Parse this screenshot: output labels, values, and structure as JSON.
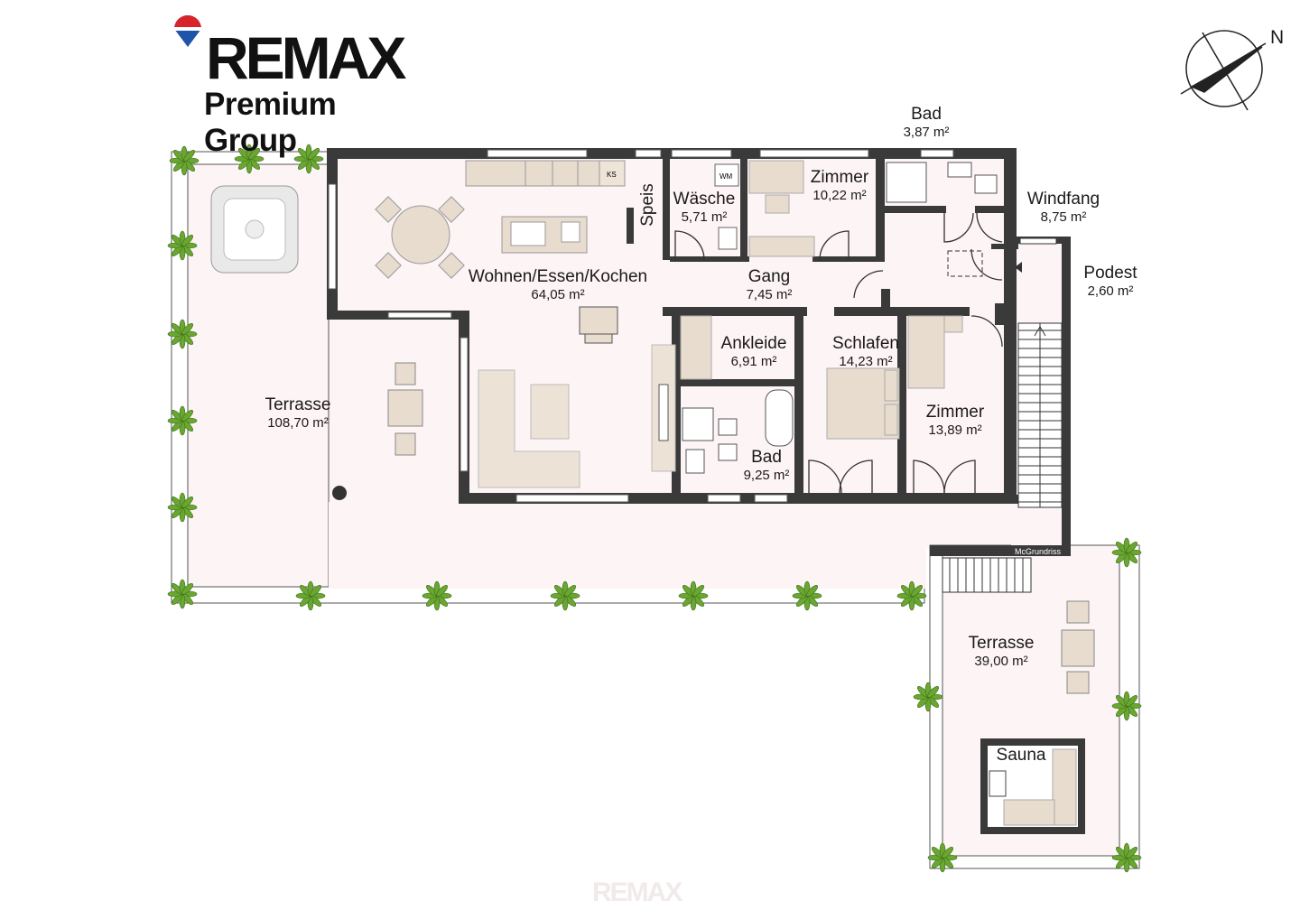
{
  "brand": {
    "logo_text": "REMAX",
    "subtitle": "Premium Group",
    "watermark": "REMAX",
    "credit": "McGrundriss"
  },
  "compass": {
    "label": "N"
  },
  "fixtures": {
    "ks": "KS",
    "wm": "WM"
  },
  "rooms": {
    "bad_top": {
      "name": "Bad",
      "area": "3,87 m²"
    },
    "windfang": {
      "name": "Windfang",
      "area": "8,75 m²"
    },
    "podest": {
      "name": "Podest",
      "area": "2,60 m²"
    },
    "zimmer_top": {
      "name": "Zimmer",
      "area": "10,22 m²"
    },
    "waesche": {
      "name": "Wäsche",
      "area": "5,71 m²"
    },
    "speis": {
      "name": "Speis"
    },
    "wohnen": {
      "name": "Wohnen/Essen/Kochen",
      "area": "64,05 m²"
    },
    "gang": {
      "name": "Gang",
      "area": "7,45 m²"
    },
    "ankleide": {
      "name": "Ankleide",
      "area": "6,91 m²"
    },
    "schlafen": {
      "name": "Schlafen",
      "area": "14,23 m²"
    },
    "zimmer_right": {
      "name": "Zimmer",
      "area": "13,89 m²"
    },
    "bad_bottom": {
      "name": "Bad",
      "area": "9,25 m²"
    },
    "terrasse_large": {
      "name": "Terrasse",
      "area": "108,70 m²"
    },
    "terrasse_small": {
      "name": "Terrasse",
      "area": "39,00 m²"
    },
    "sauna": {
      "name": "Sauna"
    }
  },
  "colors": {
    "wall": "#3a3a3a",
    "floor": "#fdf4f5",
    "furniture": "#e8dccf",
    "plant": "#6aa632"
  }
}
